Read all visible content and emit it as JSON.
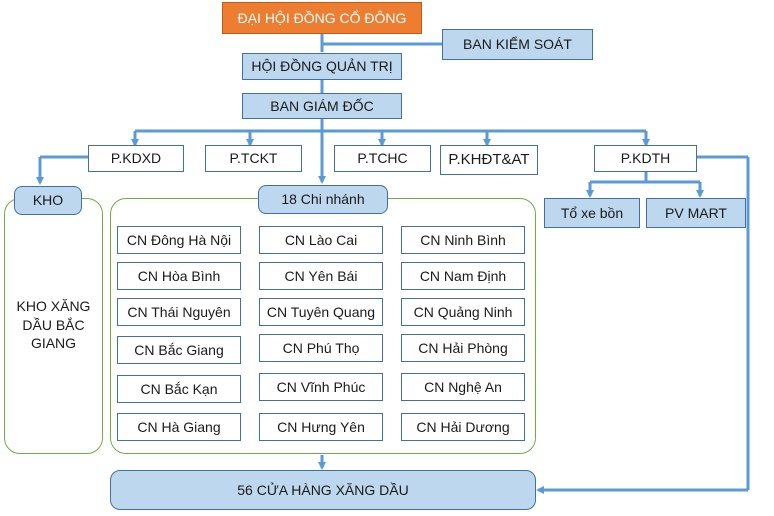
{
  "top": {
    "shareholders": "ĐẠI HỘI ĐỒNG CỔ ĐÔNG",
    "supervisory": "BAN KIỂM SOÁT",
    "board": "HỘI ĐỒNG QUẢN TRỊ",
    "management": "BAN GIÁM ĐỐC"
  },
  "departments": {
    "kdxd": "P.KDXD",
    "tckt": "P.TCKT",
    "tchc": "P.TCHC",
    "khdt": "P.KHĐT&AT",
    "kdth": "P.KDTH"
  },
  "kho": {
    "label": "KHO",
    "name": "KHO XĂNG DẦU BẮC GIANG"
  },
  "branches": {
    "header": "18 Chi nhánh",
    "items": [
      "CN Đông Hà Nội",
      "CN Lào Cai",
      "CN Ninh Bình",
      "CN Hòa Bình",
      "CN Yên Bái",
      "CN Nam Định",
      "CN Thái Nguyên",
      "CN Tuyên Quang",
      "CN Quảng Ninh",
      "CN Bắc Giang",
      "CN Phú Thọ",
      "CN Hải Phòng",
      "CN Bắc Kạn",
      "CN Vĩnh Phúc",
      "CN Nghệ An",
      "CN Hà Giang",
      "CN Hưng Yên",
      "CN Hải Dương"
    ]
  },
  "kdth_units": {
    "tank_team": "Tổ xe bồn",
    "pv_mart": "PV MART"
  },
  "stores": "56 CỬA HÀNG XĂNG DẦU",
  "colors": {
    "connector": "#5b9bd5",
    "box_fill": "#bdd7ee",
    "box_border": "#41719c",
    "top_fill": "#ed7d31",
    "frame": "#70ad47"
  }
}
